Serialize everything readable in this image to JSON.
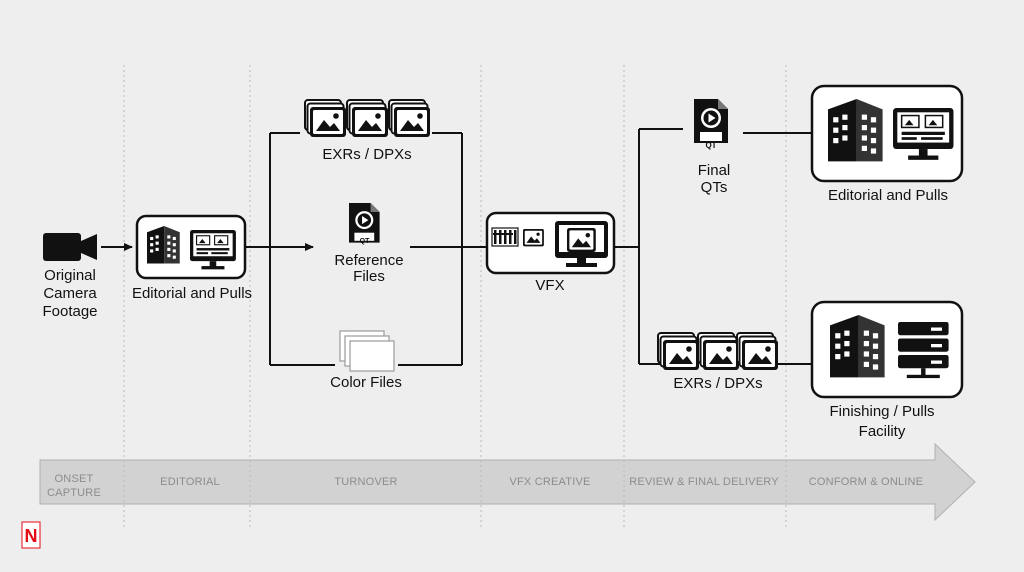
{
  "nodes": {
    "source": {
      "label_lines": [
        "Original",
        "Camera",
        "Footage"
      ]
    },
    "editorial_1": {
      "label": "Editorial and Pulls"
    },
    "turnover_exrs": {
      "label": "EXRs / DPXs"
    },
    "turnover_reference": {
      "label_lines": [
        "Reference",
        "Files"
      ],
      "badge": "QT"
    },
    "turnover_color": {
      "label": "Color Files"
    },
    "vfx": {
      "label": "VFX"
    },
    "final_qts": {
      "label_lines": [
        "Final",
        "QTs"
      ],
      "badge": "QT"
    },
    "delivery_exrs": {
      "label": "EXRs / DPXs"
    },
    "editorial_2": {
      "label": "Editorial and Pulls"
    },
    "finishing": {
      "label_lines": [
        "Finishing / Pulls",
        "Facility"
      ]
    }
  },
  "timeline": {
    "stages": [
      {
        "lines": [
          "ONSET",
          "CAPTURE"
        ]
      },
      {
        "lines": [
          "EDITORIAL"
        ]
      },
      {
        "lines": [
          "TURNOVER"
        ]
      },
      {
        "lines": [
          "VFX CREATIVE"
        ]
      },
      {
        "lines": [
          "REVIEW & FINAL DELIVERY"
        ]
      },
      {
        "lines": [
          "CONFORM & ONLINE"
        ]
      }
    ]
  },
  "brand": {
    "logo_letter": "N",
    "logo_color": "#e50914"
  },
  "colors": {
    "ink": "#111111",
    "background": "#eeeeee",
    "timeline_fill": "#d2d2d2"
  }
}
